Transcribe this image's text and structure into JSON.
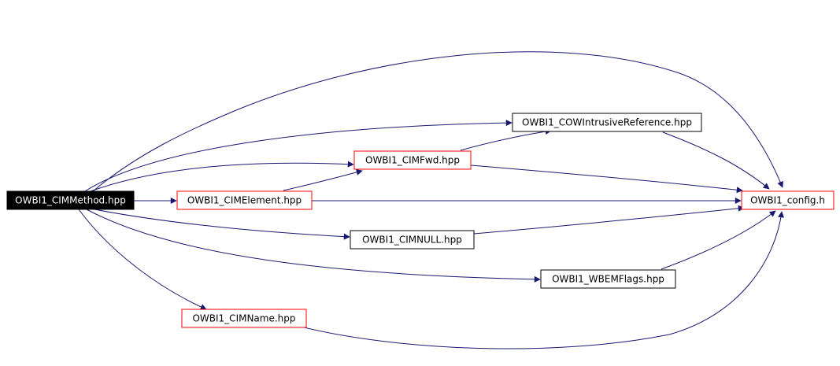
{
  "colors": {
    "edge": "#191970",
    "root_fill": "#000000",
    "root_text": "#ffffff",
    "node_text": "#000000",
    "node_border_documented": "#000000",
    "node_border_undocumented": "#ff0000"
  },
  "nodes": {
    "method": {
      "label": "OWBI1_CIMMethod.hpp",
      "style": "root"
    },
    "cowref": {
      "label": "OWBI1_COWIntrusiveReference.hpp",
      "style": "black"
    },
    "cimfwd": {
      "label": "OWBI1_CIMFwd.hpp",
      "style": "red"
    },
    "element": {
      "label": "OWBI1_CIMElement.hpp",
      "style": "red"
    },
    "config": {
      "label": "OWBI1_config.h",
      "style": "red"
    },
    "cimnull": {
      "label": "OWBI1_CIMNULL.hpp",
      "style": "black"
    },
    "wbemflags": {
      "label": "OWBI1_WBEMFlags.hpp",
      "style": "black"
    },
    "cimname": {
      "label": "OWBI1_CIMName.hpp",
      "style": "red"
    }
  },
  "edges": [
    [
      "method",
      "config"
    ],
    [
      "method",
      "cowref"
    ],
    [
      "method",
      "cimfwd"
    ],
    [
      "method",
      "element"
    ],
    [
      "method",
      "cimnull"
    ],
    [
      "method",
      "wbemflags"
    ],
    [
      "method",
      "cimname"
    ],
    [
      "cimfwd",
      "cowref"
    ],
    [
      "cimfwd",
      "config"
    ],
    [
      "element",
      "cimfwd"
    ],
    [
      "element",
      "config"
    ],
    [
      "cowref",
      "config"
    ],
    [
      "cimnull",
      "config"
    ],
    [
      "wbemflags",
      "config"
    ],
    [
      "cimname",
      "config"
    ]
  ]
}
